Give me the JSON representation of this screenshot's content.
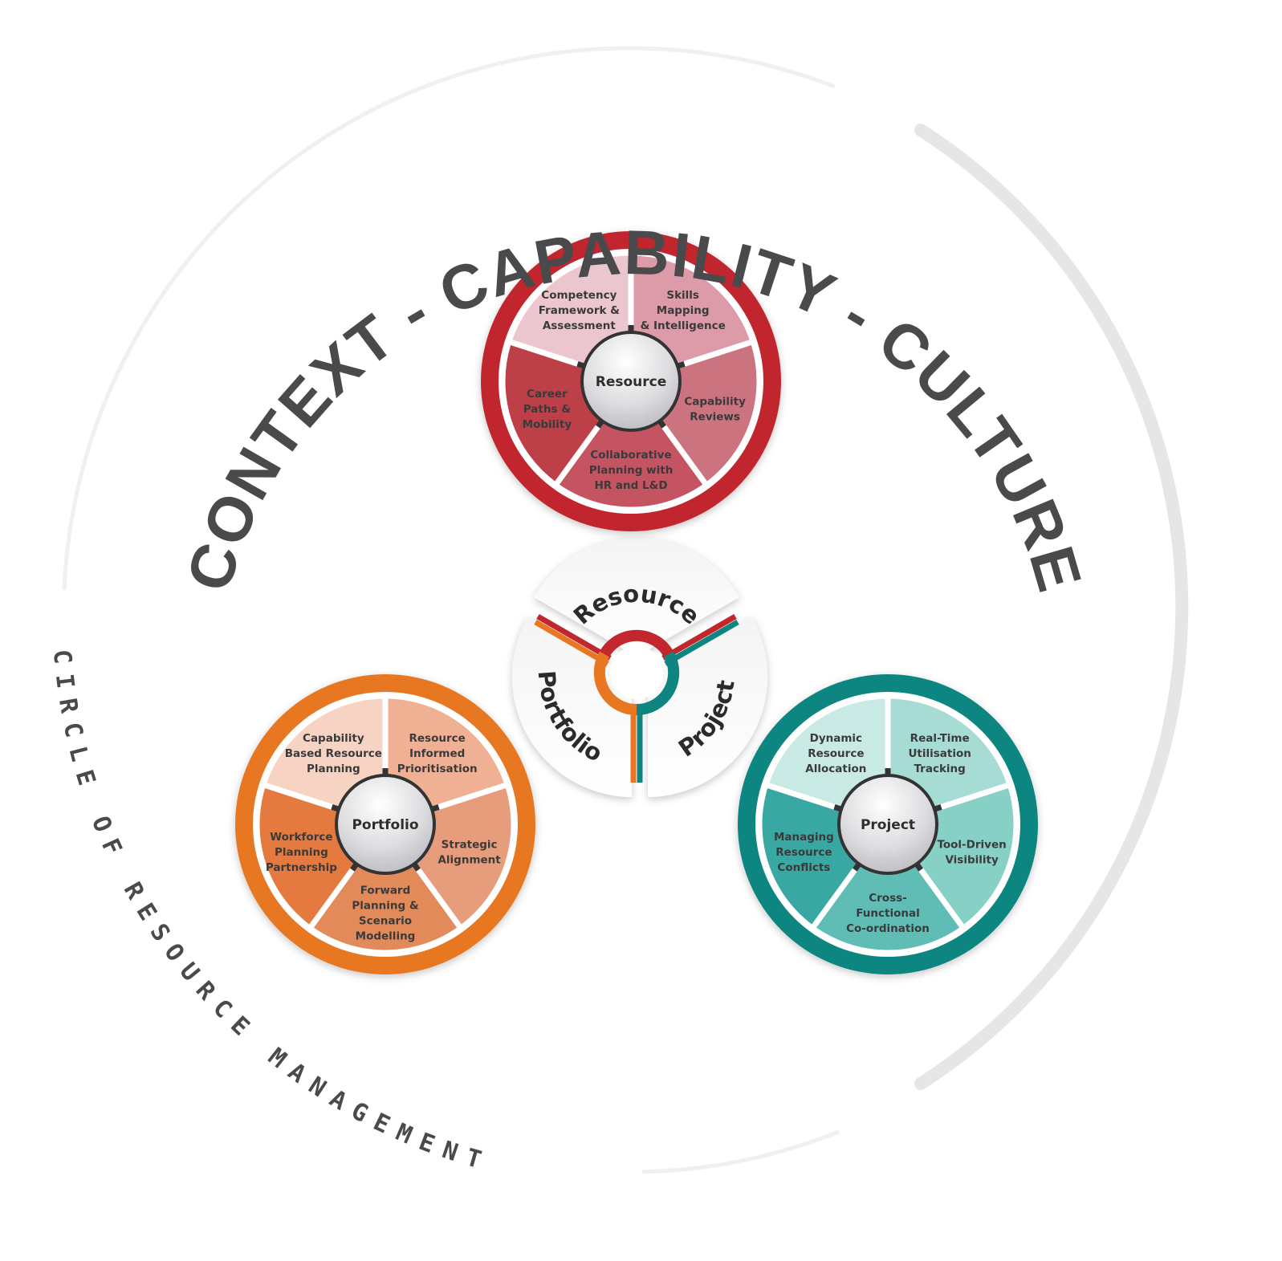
{
  "title_arc": "CONTEXT - CAPABILITY - CULTURE",
  "subtitle_arc": "CIRCLE OF RESOURCE MANAGEMENT",
  "center_badge": {
    "top": "Resource",
    "left": "Portfolio",
    "right": "Project",
    "colors": {
      "resource": "#c1272d",
      "portfolio": "#e87722",
      "project": "#0e8580"
    }
  },
  "wheels": [
    {
      "id": "resource",
      "hub_label": "Resource",
      "ring_color": "#c1272d",
      "segments": [
        {
          "lines": [
            "Competency",
            "Framework &",
            "Assessment"
          ],
          "color": "#ebc6cf"
        },
        {
          "lines": [
            "Skills",
            "Mapping",
            "& Intelligence"
          ],
          "color": "#dd9aa9"
        },
        {
          "lines": [
            "Capability",
            "Reviews"
          ],
          "color": "#cc7380"
        },
        {
          "lines": [
            "Collaborative",
            "Planning with",
            "HR and L&D"
          ],
          "color": "#c55462"
        },
        {
          "lines": [
            "Career",
            "Paths &",
            "Mobility"
          ],
          "color": "#bd3f48"
        }
      ]
    },
    {
      "id": "portfolio",
      "hub_label": "Portfolio",
      "ring_color": "#e87722",
      "segments": [
        {
          "lines": [
            "Capability",
            "Based Resource",
            "Planning"
          ],
          "color": "#f7d3c4"
        },
        {
          "lines": [
            "Resource",
            "Informed",
            "Prioritisation"
          ],
          "color": "#f0b093"
        },
        {
          "lines": [
            "Strategic",
            "Alignment"
          ],
          "color": "#e79c7c"
        },
        {
          "lines": [
            "Forward",
            "Planning &",
            "Scenario",
            "Modelling"
          ],
          "color": "#e38a5a"
        },
        {
          "lines": [
            "Workforce",
            "Planning",
            "Partnership"
          ],
          "color": "#e57a40"
        }
      ]
    },
    {
      "id": "project",
      "hub_label": "Project",
      "ring_color": "#0e8580",
      "segments": [
        {
          "lines": [
            "Dynamic",
            "Resource",
            "Allocation"
          ],
          "color": "#c9e9e4"
        },
        {
          "lines": [
            "Real-Time",
            "Utilisation",
            "Tracking"
          ],
          "color": "#a6dcd4"
        },
        {
          "lines": [
            "Tool-Driven",
            "Visibility"
          ],
          "color": "#86d0c6"
        },
        {
          "lines": [
            "Cross-",
            "Functional",
            "Co-ordination"
          ],
          "color": "#5fbdb5"
        },
        {
          "lines": [
            "Managing",
            "Resource",
            "Conflicts"
          ],
          "color": "#3aa8a2"
        }
      ]
    }
  ]
}
